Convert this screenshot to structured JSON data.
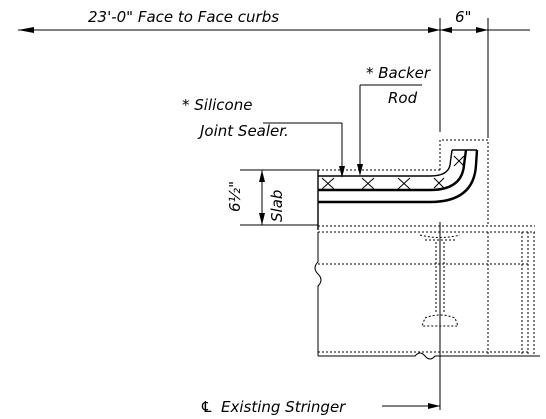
{
  "labels": {
    "face_to_face": "23'-0\" Face to Face curbs",
    "six_inch": "6\"",
    "backer_rod_line1": "* Backer",
    "backer_rod_line2": "Rod",
    "silicone_line1": "* Silicone",
    "silicone_line2": "Joint Sealer.",
    "slab_dim": "6½\"",
    "slab": "Slab",
    "stringer_symbol": "℄",
    "stringer": "Existing Stringer"
  }
}
